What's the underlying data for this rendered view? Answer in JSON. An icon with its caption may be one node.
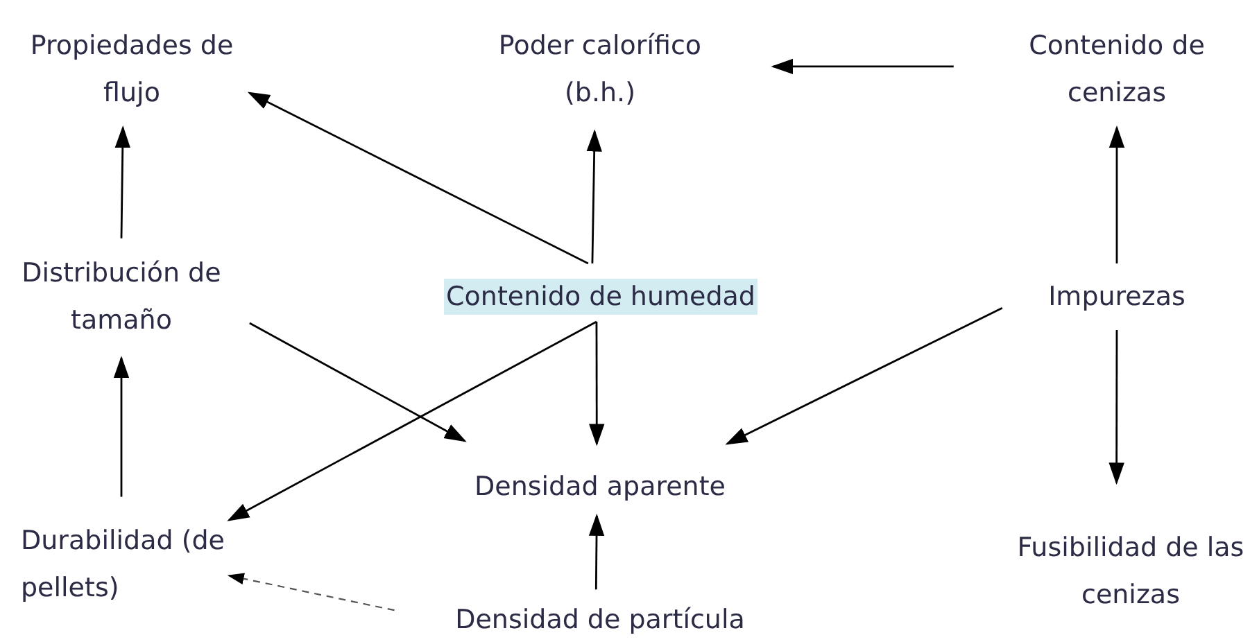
{
  "diagram": {
    "nodes": [
      {
        "text": [
          "Propiedades de flujo"
        ]
      },
      {
        "text": [
          "Poder calorífico (b.h.)"
        ]
      },
      {
        "text": [
          "Contenido de cenizas"
        ]
      },
      {
        "text": [
          "Distribución de tamaño"
        ]
      },
      {
        "text": [
          "Contenido de humedad"
        ]
      },
      {
        "text": [
          "Impurezas"
        ]
      },
      {
        "text": [
          "Densidad aparente"
        ]
      },
      {
        "text": [
          "Durabilidad (de pellets)"
        ]
      },
      {
        "text": [
          "Fusibilidad de las cenizas"
        ]
      },
      {
        "text": [
          "Densidad de partícula"
        ]
      }
    ],
    "edges": [
      {
        "from": 4,
        "to": 0,
        "arrow": "to"
      },
      {
        "from": 4,
        "to": 1,
        "arrow": "to"
      },
      {
        "from": 2,
        "to": 1,
        "arrow": "to"
      },
      {
        "from": 5,
        "to": 2,
        "arrow": "to"
      },
      {
        "from": 3,
        "to": 0,
        "arrow": "to"
      },
      {
        "from": 7,
        "to": 3,
        "arrow": "to"
      },
      {
        "from": 3,
        "to": 6,
        "arrow": "to"
      },
      {
        "from": 4,
        "to": 7,
        "arrow": "to"
      },
      {
        "from": 4,
        "to": 6,
        "arrow": "to"
      },
      {
        "from": 5,
        "to": 6,
        "arrow": "to"
      },
      {
        "from": 5,
        "to": 8,
        "arrow": "to"
      },
      {
        "from": 9,
        "to": 6,
        "arrow": "to"
      },
      {
        "from": 9,
        "to": 7,
        "arrow": "to",
        "style": "dashed"
      }
    ]
  }
}
